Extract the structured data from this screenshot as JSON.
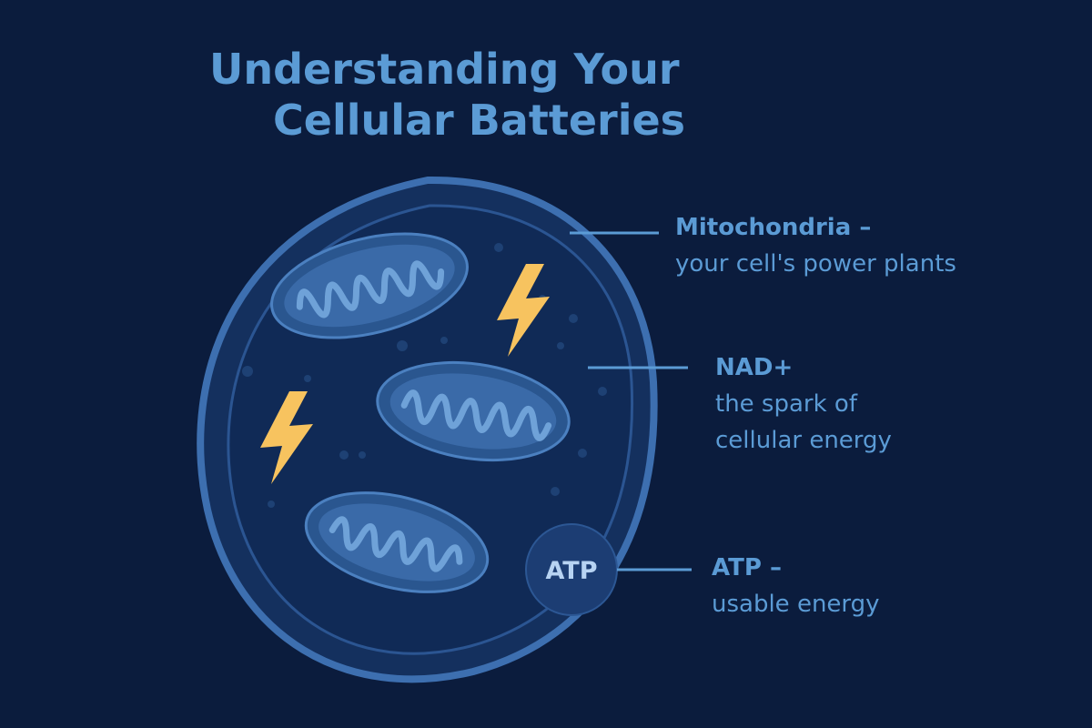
{
  "title": {
    "line1": "Understanding Your",
    "line2": "Cellular Batteries"
  },
  "labels": {
    "mitochondria": {
      "line1": "Mitochondria –",
      "line2": "your cell's power plants"
    },
    "nad": {
      "line1": "NAD+",
      "line2": "the spark of",
      "line3": "cellular energy"
    },
    "atp": {
      "line1": "ATP –",
      "line2": "usable energy"
    },
    "atp_badge": "ATP"
  },
  "colors": {
    "background": "#0b1c3d",
    "accent_blue": "#5b9bd5",
    "cell_fill": "#14305e",
    "cell_outline": "#3d6fb0",
    "mitochondria_fill": "#3a6aa8",
    "cristae": "#6fa2d8",
    "lightning": "#f7c35f",
    "atp_badge": "#1c3d73"
  },
  "icons": [
    "lightning-bolt-icon",
    "lightning-bolt-icon"
  ]
}
